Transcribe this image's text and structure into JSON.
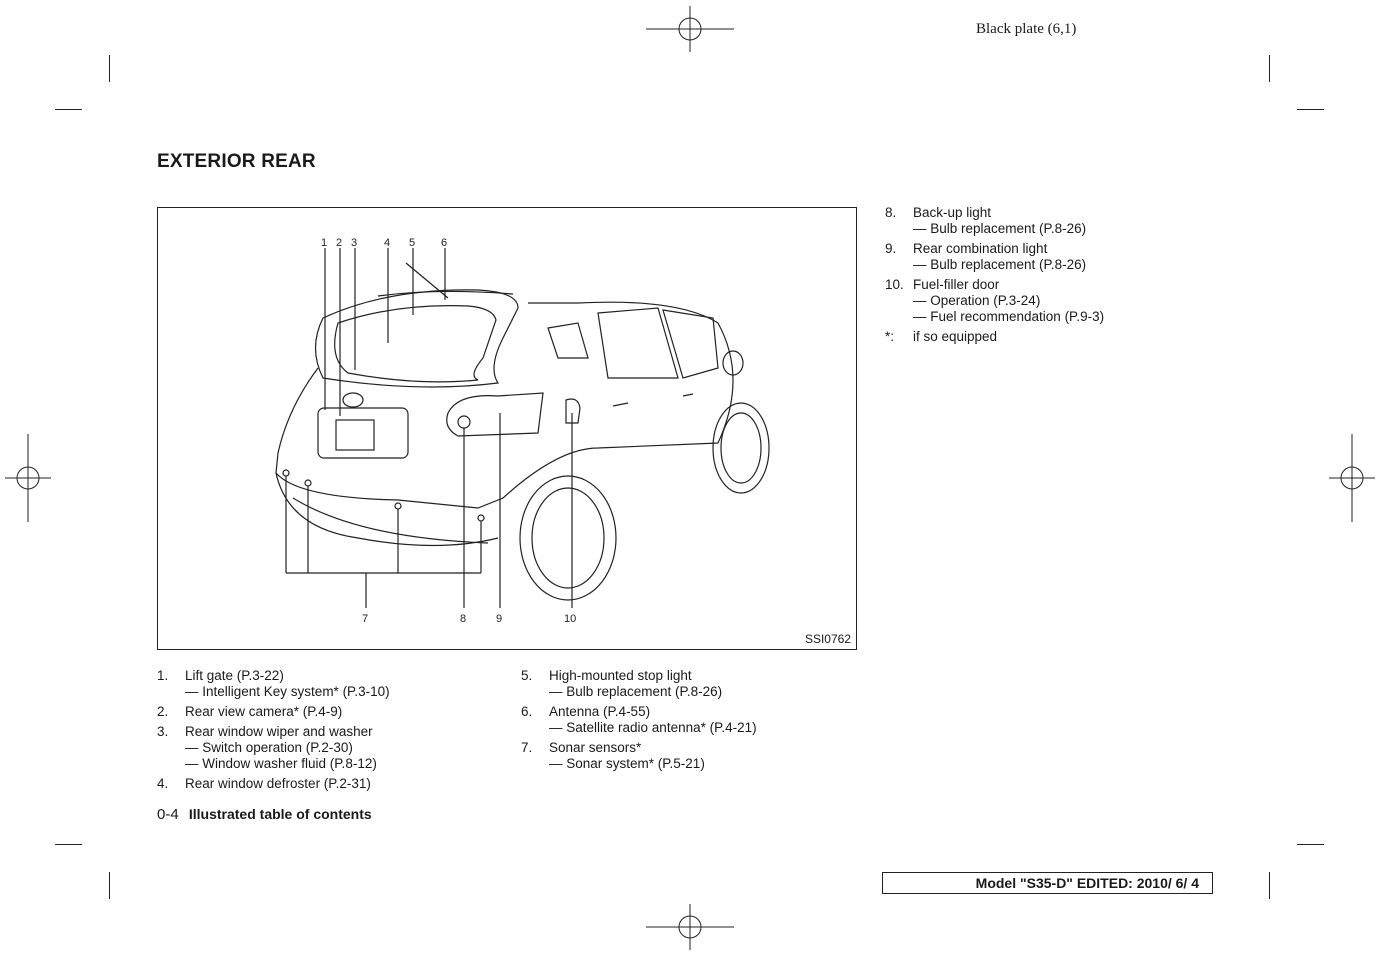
{
  "plate": "Black plate (6,1)",
  "title": "EXTERIOR REAR",
  "figure": {
    "code": "SSI0762",
    "callouts": [
      "1",
      "2",
      "3",
      "4",
      "5",
      "6",
      "7",
      "8",
      "9",
      "10"
    ]
  },
  "items_col1": [
    {
      "num": "1.",
      "label": "Lift gate (P.3-22)",
      "subs": [
        "— Intelligent Key system* (P.3-10)"
      ]
    },
    {
      "num": "2.",
      "label": "Rear view camera* (P.4-9)",
      "subs": []
    },
    {
      "num": "3.",
      "label": "Rear window wiper and washer",
      "subs": [
        "— Switch operation (P.2-30)",
        "— Window washer fluid (P.8-12)"
      ]
    },
    {
      "num": "4.",
      "label": "Rear window defroster (P.2-31)",
      "subs": []
    }
  ],
  "items_col2": [
    {
      "num": "5.",
      "label": "High-mounted stop light",
      "subs": [
        "— Bulb replacement (P.8-26)"
      ]
    },
    {
      "num": "6.",
      "label": "Antenna (P.4-55)",
      "subs": [
        "— Satellite radio antenna* (P.4-21)"
      ]
    },
    {
      "num": "7.",
      "label": "Sonar sensors*",
      "subs": [
        "— Sonar system* (P.5-21)"
      ]
    }
  ],
  "items_col3": [
    {
      "num": "8.",
      "label": "Back-up light",
      "subs": [
        "— Bulb replacement (P.8-26)"
      ]
    },
    {
      "num": "9.",
      "label": "Rear combination light",
      "subs": [
        "— Bulb replacement (P.8-26)"
      ]
    },
    {
      "num": "10.",
      "label": "Fuel-filler door",
      "subs": [
        "— Operation (P.3-24)",
        "— Fuel recommendation (P.9-3)"
      ]
    },
    {
      "num": "*:",
      "label": "if so equipped",
      "subs": []
    }
  ],
  "footer": {
    "page": "0-4",
    "section": "Illustrated table of contents"
  },
  "model_line": "Model \"S35-D\"  EDITED:  2010/ 6/ 4"
}
